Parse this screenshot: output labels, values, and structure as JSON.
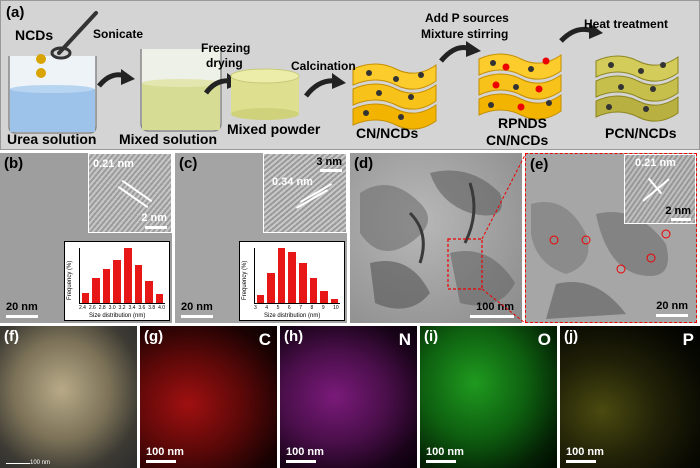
{
  "panel_a": {
    "label": "(a)",
    "ncds": "NCDs",
    "sonicate": "Sonicate",
    "urea_solution": "Urea solution",
    "freezing": "Freezing",
    "drying": "drying",
    "mixed_solution": "Mixed solution",
    "mixed_powder": "Mixed powder",
    "calcination": "Calcination",
    "cn_ncds": "CN/NCDs",
    "add_p": "Add P sources",
    "mixture_stirring": "Mixture stirring",
    "rpnds": "RPNDS",
    "rpnds_sub": "CN/NCDs",
    "heat_treatment": "Heat treatment",
    "pcn_ncds": "PCN/NCDs"
  },
  "panel_b": {
    "label": "(b)",
    "fringe": "0.21 nm",
    "inset_scale": "2 nm",
    "scale": "20 nm",
    "hist": {
      "ylabel": "Frequency (%)",
      "xlabel": "Size distribution (nm)",
      "ticks": [
        "2.4",
        "2.6",
        "2.8",
        "3.0",
        "3.2",
        "3.4",
        "3.6",
        "3.8",
        "4.0"
      ],
      "values": [
        0.18,
        0.45,
        0.62,
        0.78,
        1.0,
        0.7,
        0.4,
        0.16
      ]
    }
  },
  "panel_c": {
    "label": "(c)",
    "fringe": "0.34 nm",
    "inset_scale": "3 nm",
    "scale": "20 nm",
    "hist": {
      "ylabel": "Frequency (%)",
      "xlabel": "Size distribution (nm)",
      "ticks": [
        "3",
        "4",
        "5",
        "6",
        "7",
        "8",
        "9",
        "10"
      ],
      "values": [
        0.15,
        0.55,
        1.0,
        0.92,
        0.72,
        0.45,
        0.22,
        0.08
      ]
    }
  },
  "panel_d": {
    "label": "(d)",
    "scale": "100 nm"
  },
  "panel_e": {
    "label": "(e)",
    "fringe": "0.21 nm",
    "inset_scale": "2 nm",
    "scale": "20 nm"
  },
  "panel_f": {
    "label": "(f)",
    "scale": "100 nm"
  },
  "panel_g": {
    "label": "(g)",
    "element": "C",
    "scale": "100 nm"
  },
  "panel_h": {
    "label": "(h)",
    "element": "N",
    "scale": "100 nm"
  },
  "panel_i": {
    "label": "(i)",
    "element": "O",
    "scale": "100 nm"
  },
  "panel_j": {
    "label": "(j)",
    "element": "P",
    "scale": "100 nm"
  }
}
